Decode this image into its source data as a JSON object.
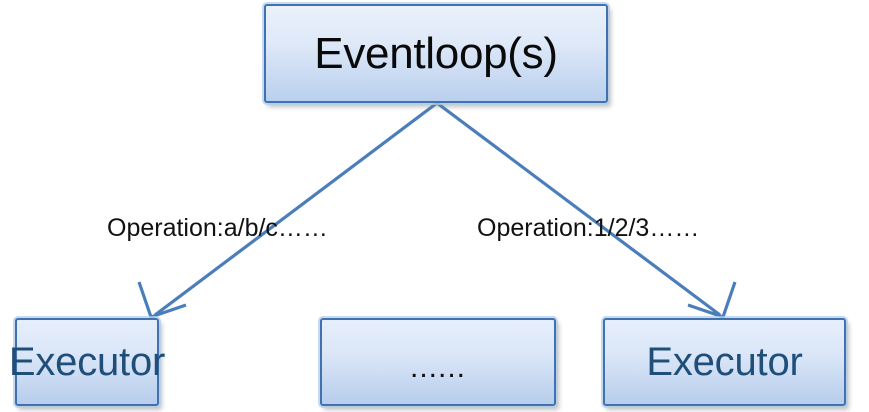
{
  "diagram": {
    "title_node": {
      "label": "Eventloop(s)",
      "name": "eventloop-node"
    },
    "workers": [
      {
        "label": "Executor",
        "name": "executor-node-left"
      },
      {
        "label": "......",
        "name": "ellipsis-node"
      },
      {
        "label": "Executor",
        "name": "executor-node-right"
      }
    ],
    "edges": [
      {
        "label": "Operation:a/b/c……",
        "name": "edge-label-left"
      },
      {
        "label": "Operation:1/2/3……",
        "name": "edge-label-right"
      }
    ],
    "colors": {
      "box_border": "#3F72B0",
      "box_halo": "#B4CDEB",
      "box_fill_top": "#EAF1FB",
      "box_fill_bottom": "#B9D0EE",
      "arrow_stroke": "#4A7EBB",
      "title_text": "#0A0A0A",
      "worker_text": "#1F4E79",
      "label_text": "#111111",
      "background": "#FFFFFF"
    }
  }
}
